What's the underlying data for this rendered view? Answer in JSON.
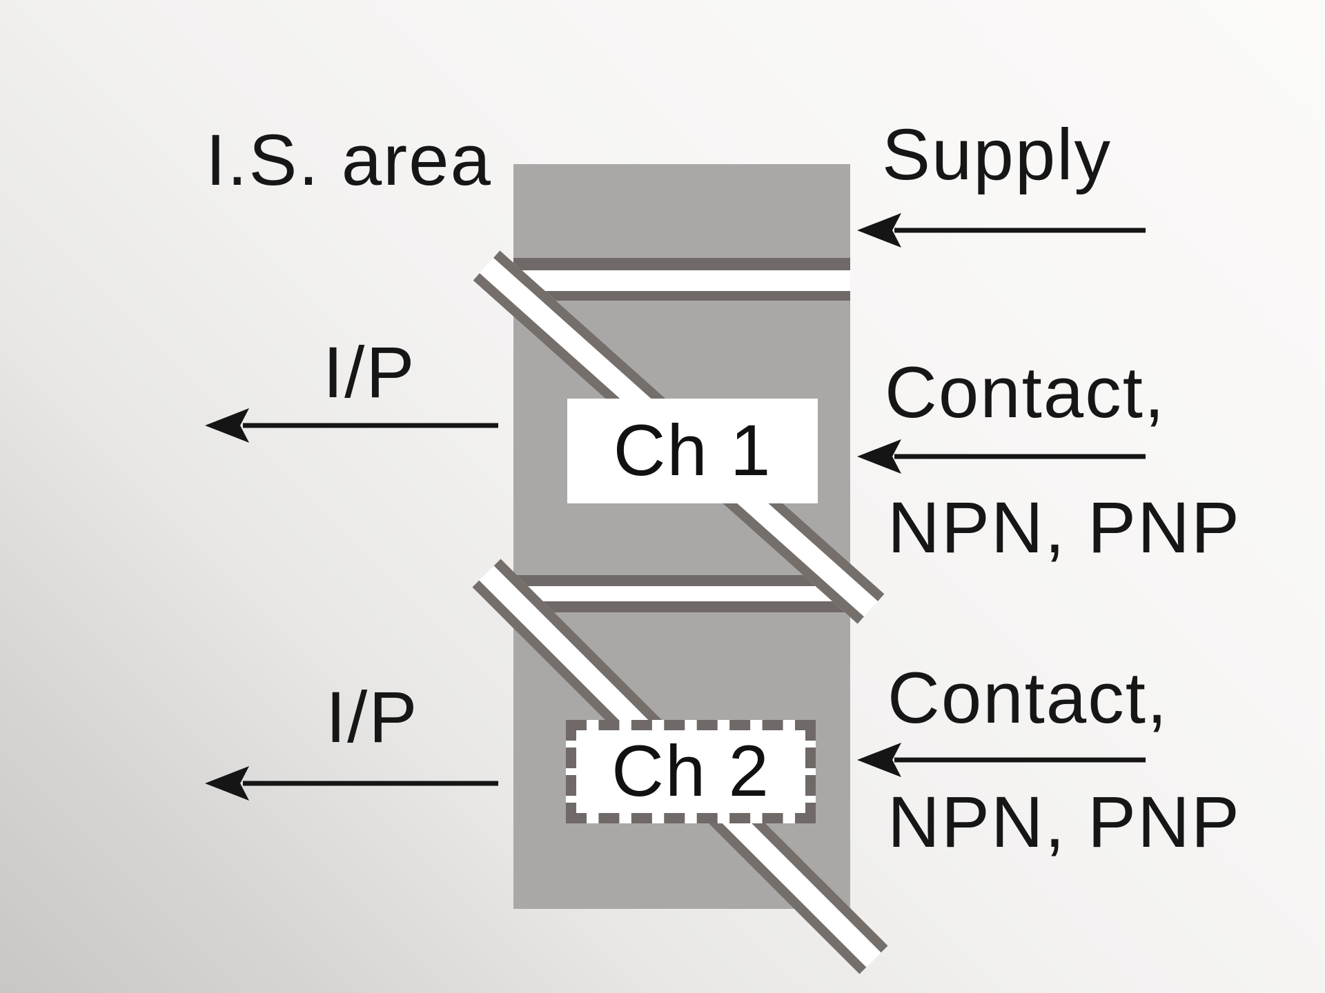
{
  "diagram": {
    "is_area_label": "I.S. area",
    "supply": {
      "label": "Supply"
    },
    "channels": [
      {
        "label": "Ch 1",
        "output_label": "I/P",
        "input_line1": "Contact,",
        "input_line2": "NPN, PNP"
      },
      {
        "label": "Ch 2",
        "output_label": "I/P",
        "input_line1": "Contact,",
        "input_line2": "NPN, PNP"
      }
    ],
    "colors": {
      "block_gray": "#a9a8a7",
      "separator_dark": "#6f6967",
      "isolation_band_white": "#ffffff",
      "arrow_black": "#151515",
      "background_light": "#fbfaf9",
      "background_shade": "#c9c6c4"
    }
  }
}
